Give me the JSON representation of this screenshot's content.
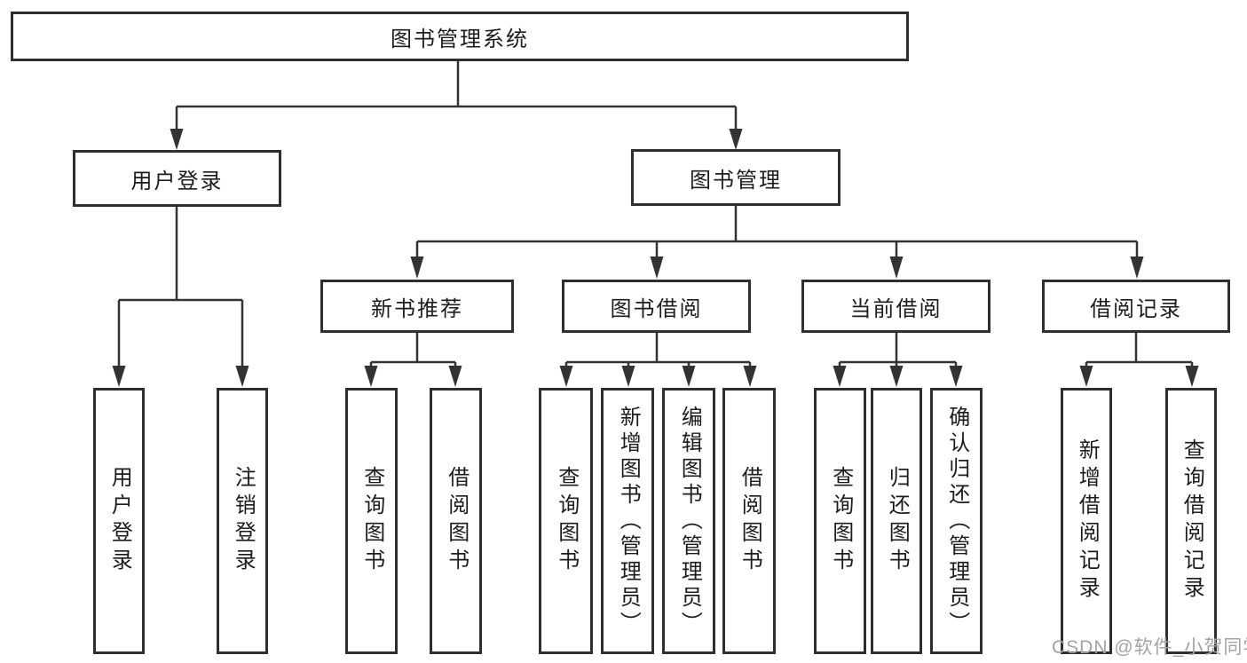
{
  "tree": {
    "root": "图书管理系统",
    "children": [
      {
        "label": "用户登录",
        "children": [
          "用户登录",
          "注销登录"
        ]
      },
      {
        "label": "图书管理",
        "children": [
          {
            "label": "新书推荐",
            "children": [
              "查询图书",
              "借阅图书"
            ]
          },
          {
            "label": "图书借阅",
            "children": [
              "查询图书",
              "新增图书（管理员）",
              "编辑图书（管理员）",
              "借阅图书"
            ]
          },
          {
            "label": "当前借阅",
            "children": [
              "查询图书",
              "归还图书",
              "确认归还（管理员）"
            ]
          },
          {
            "label": "借阅记录",
            "children": [
              "新增借阅记录",
              "查询借阅记录"
            ]
          }
        ]
      }
    ]
  },
  "watermark": "CSDN @软件_小贺同学",
  "style": {
    "line_color": "#333333",
    "box_border_color": "#2f2f2f",
    "text_color": "#1c1c1c",
    "watermark_color": "#a3a3a3",
    "background": "#ffffff"
  }
}
